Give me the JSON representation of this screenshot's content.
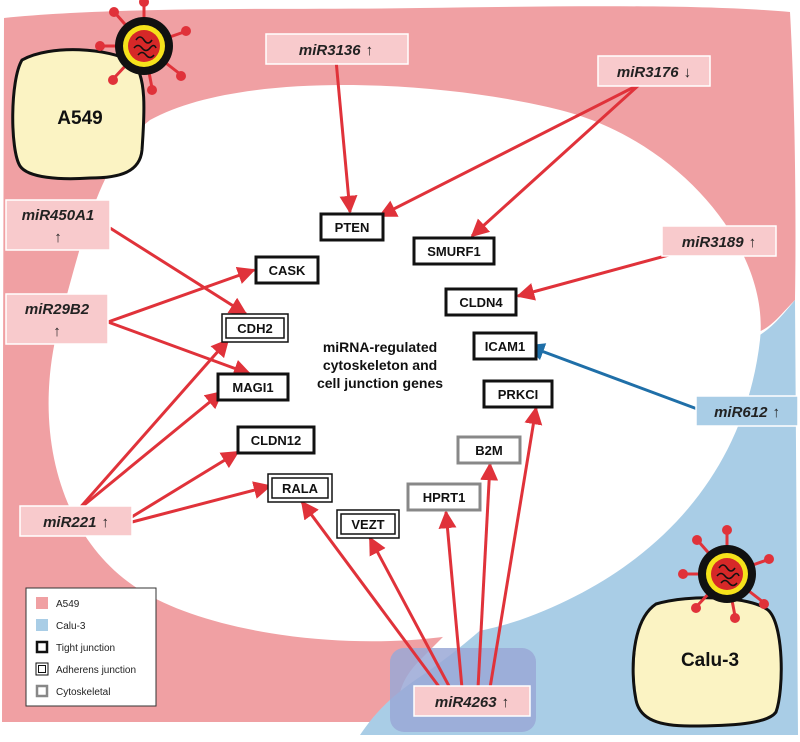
{
  "cells": {
    "a549": "A549",
    "calu3": "Calu-3"
  },
  "center_label": {
    "line1": "miRNA-regulated",
    "line2": "cytoskeleton and",
    "line3": "cell junction genes"
  },
  "mirnas": {
    "mir3136": "miR3136",
    "mir3176": "miR3176",
    "mir3189": "miR3189",
    "mir450a1": "miR450A1",
    "mir29b2": "miR29B2",
    "mir221": "miR221",
    "mir612": "miR612",
    "mir4263": "miR4263"
  },
  "regulation": {
    "up": "↑",
    "down": "↓"
  },
  "genes": {
    "pten": "PTEN",
    "smurf1": "SMURF1",
    "cask": "CASK",
    "cldn4": "CLDN4",
    "cdh2": "CDH2",
    "icam1": "ICAM1",
    "magi1": "MAGI1",
    "prkci": "PRKCI",
    "cldn12": "CLDN12",
    "b2m": "B2M",
    "rala": "RALA",
    "hprt1": "HPRT1",
    "vezt": "VEZT"
  },
  "legend": {
    "a549": "A549",
    "calu3": "Calu-3",
    "tight": "Tight junction",
    "adherens": "Adherens junction",
    "cytoskeletal": "Cytoskeletal"
  },
  "colors": {
    "a549_region": "#F0A0A3",
    "calu3_region": "#A9CDE6",
    "mirna_box": "#F8CACC",
    "mirna_box_calu": "#A9CDE6",
    "arrow_a549": "#E0323A",
    "arrow_calu3": "#1F6FA8",
    "cell_fill": "#FBF3C3",
    "highlight": "#9AA8D6"
  }
}
